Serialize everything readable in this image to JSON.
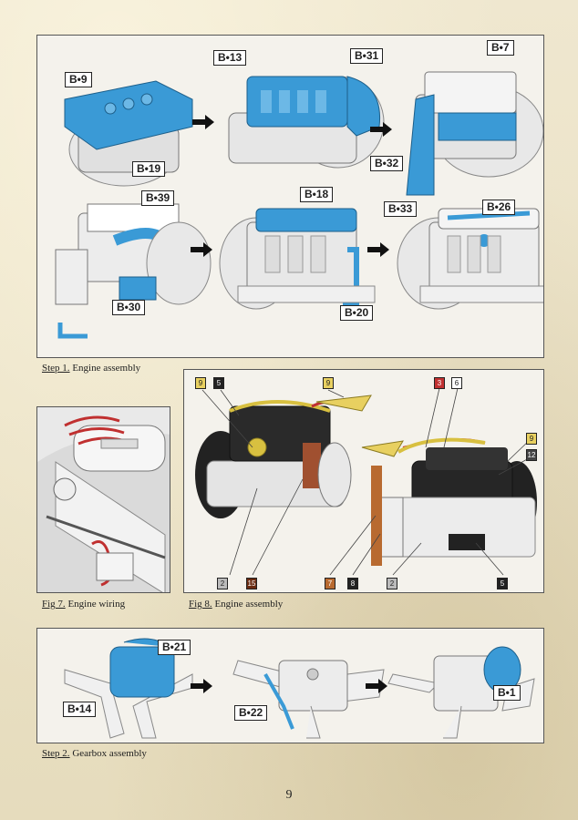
{
  "step1": {
    "caption_prefix": "Step 1.",
    "caption_text": " Engine assembly",
    "labels": [
      "B•9",
      "B•19",
      "B•13",
      "B•31",
      "B•7",
      "B•32",
      "B•39",
      "B•30",
      "B•18",
      "B•20",
      "B•33",
      "B•26"
    ]
  },
  "fig7": {
    "caption_prefix": "Fig 7.",
    "caption_text": " Engine wiring"
  },
  "fig8": {
    "caption_prefix": "Fig 8.",
    "caption_text": " Engine assembly",
    "numbers": [
      "9",
      "5",
      "9",
      "3",
      "6",
      "9",
      "12",
      "2",
      "15",
      "7",
      "8",
      "2",
      "5"
    ]
  },
  "step2": {
    "caption_prefix": "Step 2.",
    "caption_text": " Gearbox assembly",
    "labels": [
      "B•21",
      "B•14",
      "B•22",
      "B•1"
    ]
  },
  "page_number": "9",
  "colors": {
    "part_blue": "#3a9ad6",
    "paper": "#ece3c8",
    "panel": "#f4f2ec",
    "red": "#c03030",
    "brass": "#d8c040"
  }
}
